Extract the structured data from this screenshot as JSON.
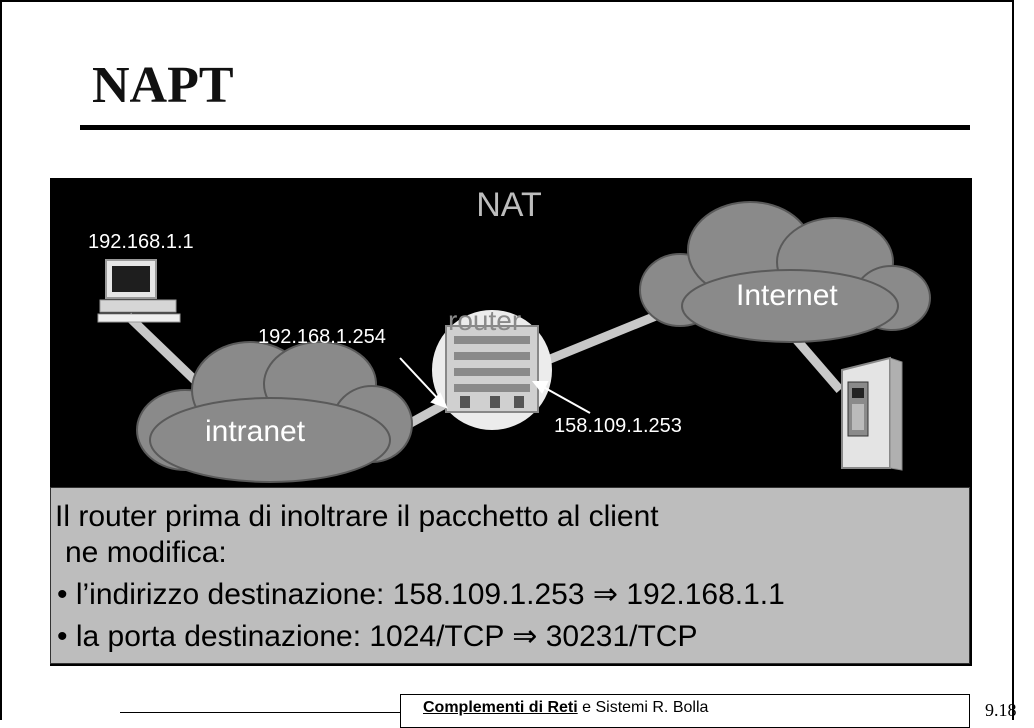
{
  "slide": {
    "title": "NAPT"
  },
  "diagram": {
    "heading": "NAT",
    "client_ip": "192.168.1.1",
    "router_label": "router",
    "router_inside_ip": "192.168.1.254",
    "router_outside_ip": "158.109.1.253",
    "cloud_intranet": "intranet",
    "cloud_internet": "Internet"
  },
  "explanation": {
    "line1": "Il router prima di inoltrare il pacchetto al client",
    "line2": "ne modifica:",
    "bullets": [
      "• l’indirizzo destinazione: 158.109.1.253 ⇒ 192.168.1.1",
      "• la porta destinazione: 1024/TCP ⇒ 30231/TCP"
    ]
  },
  "footer": {
    "course_strong": "Complementi di Reti",
    "course_rest": " e Sistemi  R. Bolla",
    "page": "9.18"
  }
}
